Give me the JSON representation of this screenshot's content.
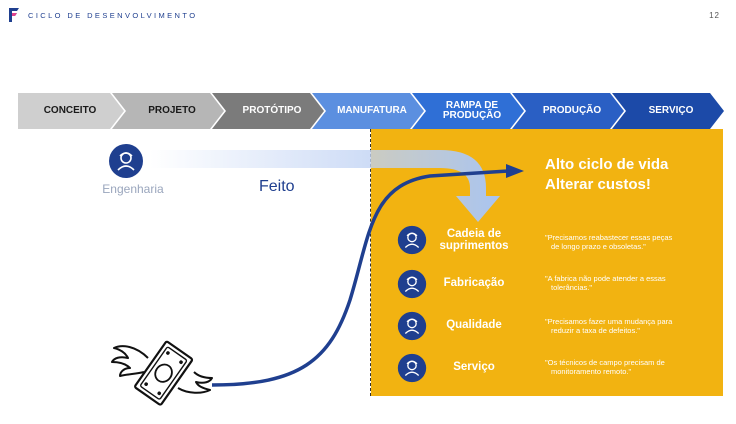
{
  "header": {
    "title": "CICLO DE DESENVOLVIMENTO",
    "page_number": "12"
  },
  "phases": [
    {
      "label": "CONCEITO"
    },
    {
      "label": "PROJETO"
    },
    {
      "label": "PROTÓTIPO"
    },
    {
      "label": "MANUFATURA"
    },
    {
      "label_line1": "RAMPA DE",
      "label_line2": "PRODUÇÃO"
    },
    {
      "label": "PRODUÇÃO"
    },
    {
      "label": "SERVIÇO"
    }
  ],
  "engineering": {
    "label": "Engenharia",
    "icon": "engineer-icon"
  },
  "done_label": "Feito",
  "headline": {
    "line1": "Alto ciclo de vida",
    "line2": "Alterar custos!"
  },
  "departments": [
    {
      "label_line1": "Cadeia de",
      "label_line2": "suprimentos",
      "icon": "engineer-icon",
      "quote_line1": "\"Precisamos reabastecer essas peças",
      "quote_line2": "de longo prazo e obsoletas.\""
    },
    {
      "label_line1": "Fabricação",
      "icon": "engineer-icon",
      "quote_line1": "\"A fabrica não pode atender a essas",
      "quote_line2": "tolerâncias.\""
    },
    {
      "label_line1": "Qualidade",
      "icon": "engineer-icon",
      "quote_line1": "\"Precisamos fazer uma mudança para",
      "quote_line2": "reduzir a taxa de defeitos.\""
    },
    {
      "label_line1": "Serviço",
      "icon": "engineer-icon",
      "quote_line1": "\"Os técnicos de campo precisam de",
      "quote_line2": "monitoramento remoto.\""
    }
  ],
  "colors": {
    "navy": "#1f3f8f",
    "yellow": "#f2b311",
    "chevron_gray_light": "#cfcfcf",
    "chevron_gray_mid": "#a8a8a8",
    "chevron_gray_dark": "#7b7b7b",
    "chevron_blue_light": "#5b8fe0",
    "chevron_blue_mid": "#2f67c9",
    "chevron_blue_dark": "#2155b8",
    "chevron_blue_darkest": "#1c4aa8"
  },
  "flying_money_icon": "flying-money-icon"
}
